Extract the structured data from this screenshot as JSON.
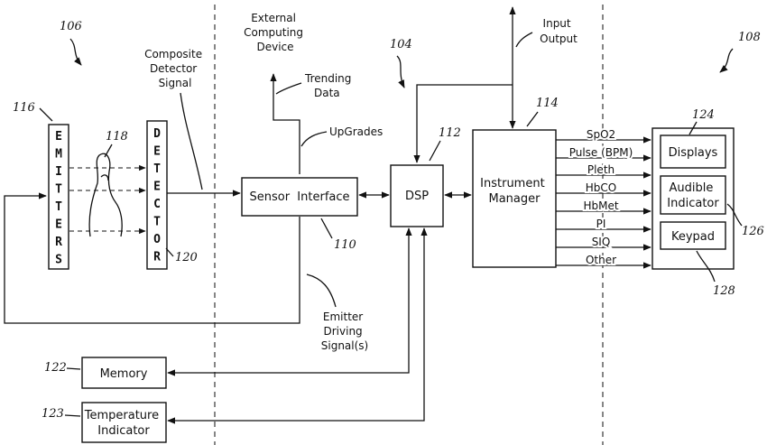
{
  "refs": {
    "r106": "106",
    "r104": "104",
    "r108": "108",
    "r116": "116",
    "r118": "118",
    "r120": "120",
    "r110": "110",
    "r112": "112",
    "r114": "114",
    "r124": "124",
    "r126": "126",
    "r128": "128",
    "r122": "122",
    "r123": "123"
  },
  "emitters_letters": [
    "E",
    "M",
    "I",
    "T",
    "T",
    "E",
    "R",
    "S"
  ],
  "detector_letters": [
    "D",
    "E",
    "T",
    "E",
    "C",
    "T",
    "O",
    "R"
  ],
  "labels": {
    "composite": [
      "Composite",
      "Detector",
      "Signal"
    ],
    "external": [
      "External",
      "Computing",
      "Device"
    ],
    "trending": [
      "Trending",
      "Data"
    ],
    "upgrades": "UpGrades",
    "input_output": [
      "Input",
      "Output"
    ],
    "emitter_driving": [
      "Emitter",
      "Driving",
      "Signal(s)"
    ]
  },
  "boxes": {
    "sensor_interface": "Sensor  Interface",
    "dsp": "DSP",
    "instrument_manager": [
      "Instrument",
      "Manager"
    ],
    "displays": "Displays",
    "audible": [
      "Audible",
      "Indicator"
    ],
    "keypad": "Keypad",
    "memory": "Memory",
    "temperature": [
      "Temperature",
      "Indicator"
    ]
  },
  "parameters": [
    "SpO2",
    "Pulse (BPM)",
    "Pleth",
    "HbCO",
    "HbMet",
    "PI",
    "SIQ",
    "Other"
  ]
}
